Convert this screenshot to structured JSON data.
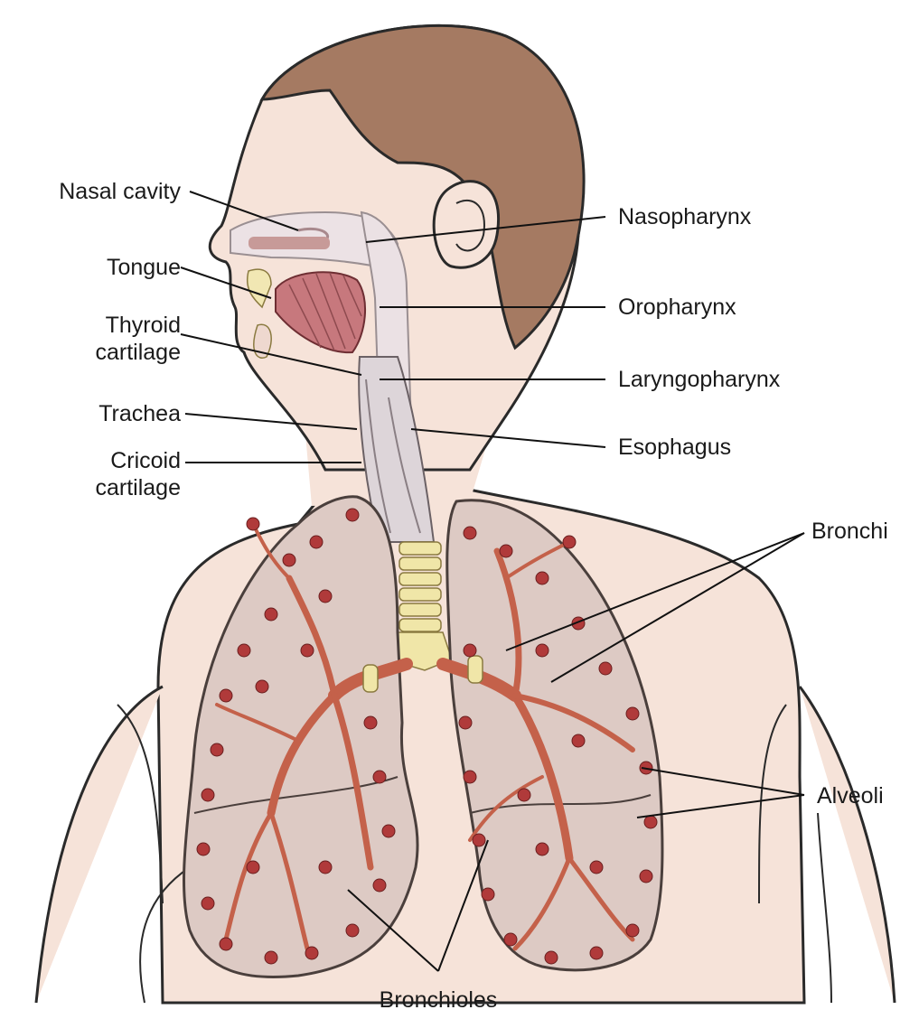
{
  "labels": {
    "nasal_cavity": "Nasal cavity",
    "tongue": "Tongue",
    "thyroid_cartilage": [
      "Thyroid",
      "cartilage"
    ],
    "trachea": "Trachea",
    "cricoid_cartilage": [
      "Cricoid",
      "cartilage"
    ],
    "nasopharynx": "Nasopharynx",
    "oropharynx": "Oropharynx",
    "laryngopharynx": "Laryngopharynx",
    "esophagus": "Esophagus",
    "bronchi": "Bronchi",
    "alveoli": "Alveoli",
    "bronchioles": "Bronchioles"
  },
  "colors": {
    "skin": "#f6e3d9",
    "skin_outline": "#2a2a2a",
    "hair": "#a57a62",
    "lung_fill": "#ddcac4",
    "airway_light": "#e9dfe3",
    "bronchial_tree": "#c4614a",
    "alveoli": "#b03a3a",
    "cartilage": "#f0e6a8",
    "tongue": "#c7787d"
  }
}
